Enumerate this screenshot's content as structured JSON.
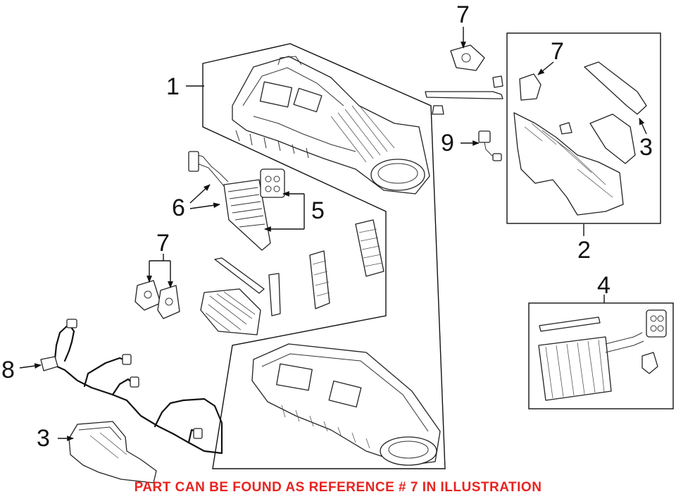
{
  "callouts": {
    "c1": "1",
    "c2": "2",
    "c3a": "3",
    "c3b": "3",
    "c4": "4",
    "c5": "5",
    "c6": "6",
    "c7a": "7",
    "c7b": "7",
    "c7c": "7",
    "c8": "8",
    "c9": "9"
  },
  "footer_note": "PART CAN BE FOUND AS REFERENCE # 7 IN ILLUSTRATION",
  "colors": {
    "line": "#111111",
    "footer_text": "#e8231f",
    "background": "#ffffff"
  }
}
